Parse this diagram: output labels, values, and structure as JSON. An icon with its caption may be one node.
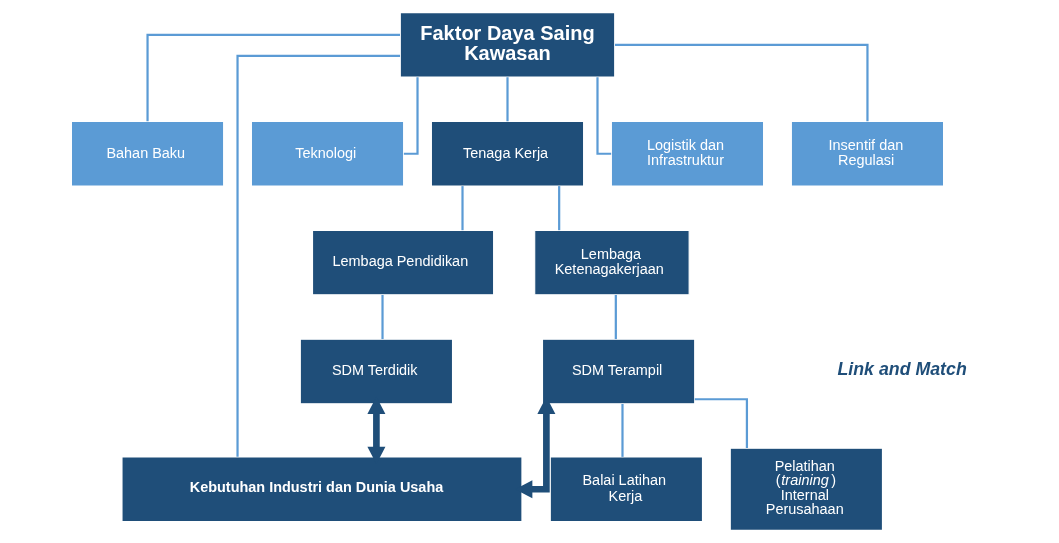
{
  "diagram": {
    "nodes": [
      {
        "text": [
          "Faktor Daya Saing Kawasan"
        ]
      },
      {
        "text": [
          "Bahan Baku"
        ]
      },
      {
        "text": [
          "Teknologi"
        ]
      },
      {
        "text": [
          "Tenaga Kerja"
        ]
      },
      {
        "text": [
          "Logistik dan Infrastruktur"
        ]
      },
      {
        "text": [
          "Insentif dan Regulasi"
        ]
      },
      {
        "text": [
          "Lembaga Pendidikan"
        ]
      },
      {
        "text": [
          "Lembaga Ketenagakerjaan"
        ]
      },
      {
        "text": [
          "Balai Latihan Kerja"
        ]
      },
      {
        "text": [
          "SDM Terdidik"
        ]
      },
      {
        "text": [
          "SDM Terampil"
        ]
      },
      {
        "text": [
          "Pelatihan (*training*) Internal Perusahaan"
        ]
      },
      {
        "text": [
          "Kebutuhan Industri dan Dunia Usaha"
        ]
      }
    ],
    "edges": [
      {
        "from": 0,
        "to": 1,
        "arrow": "none"
      },
      {
        "from": 0,
        "to": 2,
        "arrow": "none"
      },
      {
        "from": 0,
        "to": 3,
        "arrow": "none"
      },
      {
        "from": 0,
        "to": 4,
        "arrow": "none"
      },
      {
        "from": 0,
        "to": 5,
        "arrow": "none"
      },
      {
        "from": 3,
        "to": 6,
        "arrow": "none"
      },
      {
        "from": 3,
        "to": 7,
        "arrow": "none"
      },
      {
        "from": 6,
        "to": 9,
        "arrow": "none"
      },
      {
        "from": 7,
        "to": 10,
        "arrow": "none"
      },
      {
        "from": 10,
        "to": 8,
        "arrow": "none"
      },
      {
        "from": 10,
        "to": 11,
        "arrow": "none"
      },
      {
        "from": 9,
        "to": 12,
        "arrow": "both",
        "style": "thick",
        "color": "#1f4e79"
      },
      {
        "from": 10,
        "to": 12,
        "arrow": "both",
        "style": "thick",
        "color": "#1f4e79"
      },
      {
        "from": 12,
        "to": 0,
        "arrow": "none"
      }
    ],
    "labels": [
      "Link and Match"
    ]
  }
}
